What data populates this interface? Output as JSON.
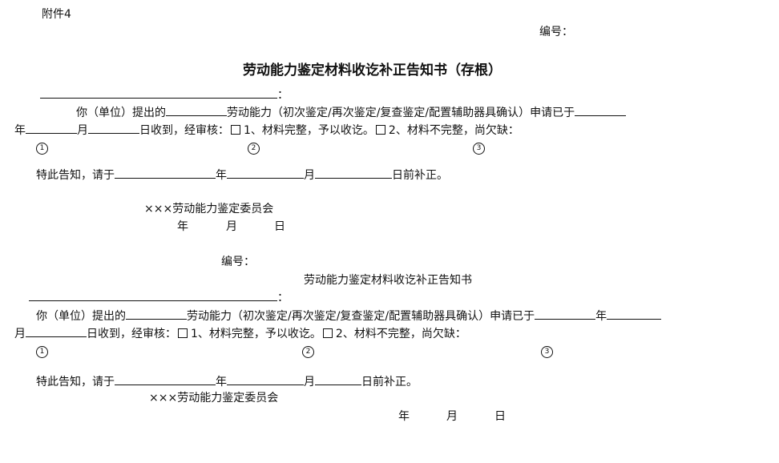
{
  "attachment_label": "附件4",
  "serial_label": "编号：",
  "stub": {
    "title": "劳动能力鉴定材料收讫补正告知书（存根）",
    "addressee_colon": "：",
    "line1_pre": "你（单位）提出的",
    "line1_mid": "劳动能力（初次鉴定/再次鉴定/复查鉴定/配置辅助器具确认）申请已于",
    "line2_year": "年",
    "line2_month": "月",
    "line2_rest1": "日收到，经审核：",
    "option1": "1、材料完整，予以收讫。",
    "option2": "2、材料不完整，尚欠缺：",
    "marker1": "1",
    "marker2": "2",
    "marker3": "3",
    "notice_pre": "特此告知，请于",
    "notice_year": "年",
    "notice_month": "月",
    "notice_end": "日前补正。",
    "committee": "×××劳动能力鉴定委员会",
    "date_year": "年",
    "date_month": "月",
    "date_day": "日"
  },
  "notice": {
    "serial_label": "编号：",
    "title": "劳动能力鉴定材料收讫补正告知书",
    "addressee_colon": "：",
    "line1_pre": "你（单位）提出的",
    "line1_mid": "劳动能力（初次鉴定/再次鉴定/复查鉴定/配置辅助器具确认）申请已于",
    "line1_year": "年",
    "line2_month": "月",
    "line2_rest1": "日收到，经审核：",
    "option1": "1、材料完整，予以收讫。",
    "option2": "2、材料不完整，尚欠缺：",
    "marker1": "1",
    "marker2": "2",
    "marker3": "3",
    "notice_pre": "特此告知，请于",
    "notice_year": "年",
    "notice_month": "月",
    "notice_end": "日前补正。",
    "committee": "×××劳动能力鉴定委员会",
    "date_year": "年",
    "date_month": "月",
    "date_day": "日"
  }
}
